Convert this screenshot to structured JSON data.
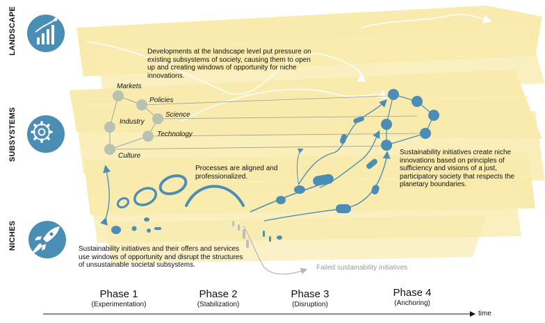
{
  "levels": {
    "landscape": "LANDSCAPE",
    "subsystems": "SUBSYSTEMS",
    "niches": "NICHES"
  },
  "texts": {
    "landscape": "Developments at the landscape level put pressure on existing subsystems of society, causing them to open up and creating windows of opportunity for niche innovations.",
    "aligned": "Processes are aligned and professionalized.",
    "niches": "Sustainability initiatives and their offers and services use windows of opportunity and disrupt the structures of unsustainable societal subsystems.",
    "create": "Sustainability initiatives create niche innovations based on principles of sufficiency and visions of a just, participatory society that respects the planetary boundaries.",
    "failed": "Failed sustainability initiatives"
  },
  "subsystem_nodes": [
    "Markets",
    "Policies",
    "Science",
    "Industry",
    "Technology",
    "Culture"
  ],
  "phases": [
    {
      "title": "Phase 1",
      "sub": "(Experimentation)"
    },
    {
      "title": "Phase 2",
      "sub": "(Stabilization)"
    },
    {
      "title": "Phase 3",
      "sub": "(Disruption)"
    },
    {
      "title": "Phase 4",
      "sub": "(Anchoring)"
    }
  ],
  "time_label": "time",
  "colors": {
    "blue": "#4a8db5",
    "yellow": "#f7e38c",
    "grey_node": "#b9c2b2",
    "failed_grey": "#b5b5b5"
  },
  "icons": [
    "chart-icon",
    "gear-icon",
    "rocket-icon"
  ]
}
